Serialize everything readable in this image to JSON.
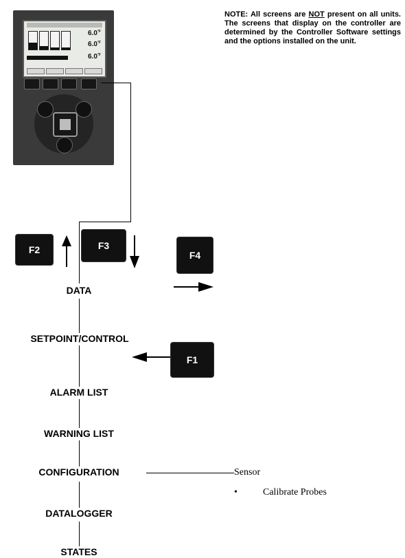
{
  "note": {
    "part1": "NOTE: All screens are ",
    "emphasis": "NOT",
    "part2": " present on all units. The screens that display on the controller are determined by the Controller Software settings and the options installed on the unit."
  },
  "controller_screen": {
    "readings": [
      {
        "value": "6.0",
        "unit": "°F"
      },
      {
        "value": "6.0",
        "unit": "°F"
      },
      {
        "value": "6.0",
        "unit": "°F"
      }
    ]
  },
  "keys": {
    "f1": "F1",
    "f2": "F2",
    "f3": "F3",
    "f4": "F4"
  },
  "menu": {
    "items": [
      "DATA",
      "SETPOINT/CONTROL",
      "ALARM LIST",
      "WARNING LIST",
      "CONFIGURATION",
      "DATALOGGER",
      "STATES"
    ]
  },
  "configuration_submenu": {
    "title": "Sensor",
    "bullet": "•",
    "items": [
      "Calibrate Probes"
    ]
  }
}
